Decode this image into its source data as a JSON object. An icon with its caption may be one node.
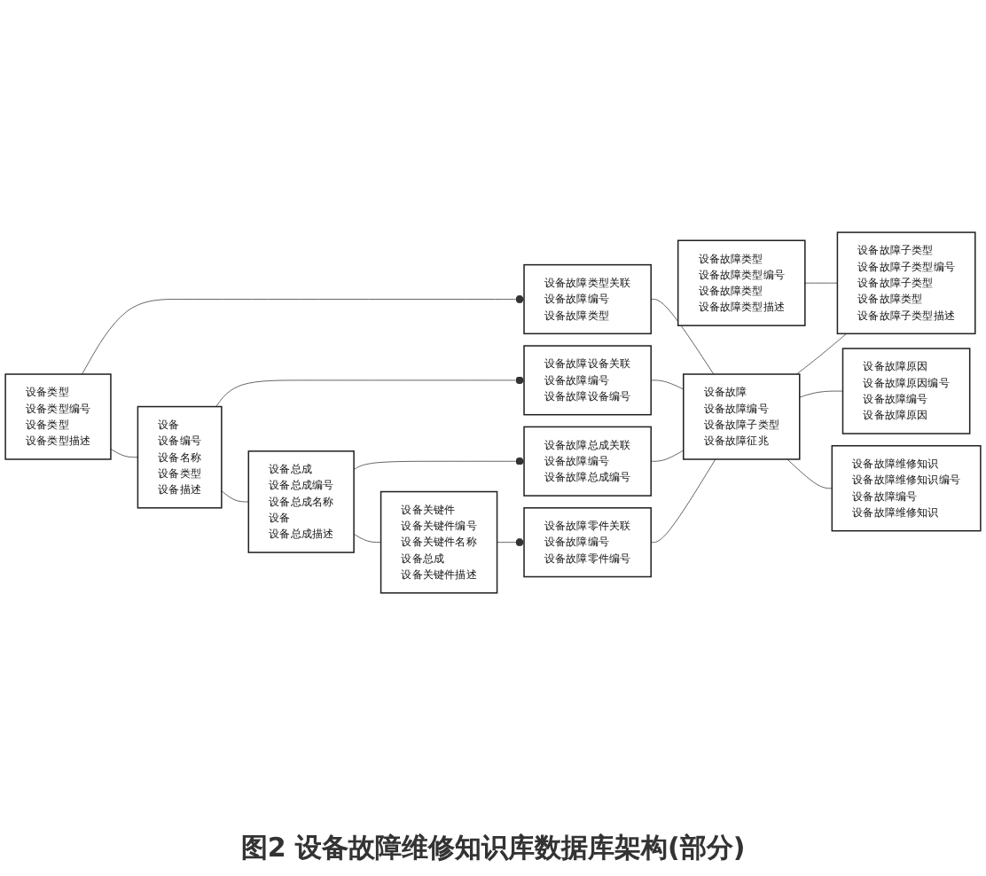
{
  "diagram": {
    "caption": "图2 设备故障维修知识库数据库架构(部分)",
    "nodes": [
      {
        "text": [
          "设备类型",
          "设备类型编号",
          "设备类型",
          "设备类型描述"
        ]
      },
      {
        "text": [
          "设备故障类型关联",
          "设备故障编号",
          "设备故障类型"
        ]
      },
      {
        "text": [
          "设备",
          "设备编号",
          "设备名称",
          "设备类型",
          "设备描述"
        ]
      },
      {
        "text": [
          "设备故障设备关联",
          "设备故障编号",
          "设备故障设备编号"
        ]
      },
      {
        "text": [
          "设备总成",
          "设备总成编号",
          "设备总成名称",
          "设备",
          "设备总成描述"
        ]
      },
      {
        "text": [
          "设备故障总成关联",
          "设备故障编号",
          "设备故障总成编号"
        ]
      },
      {
        "text": [
          "设备关键件",
          "设备关键件编号",
          "设备关键件名称",
          "设备总成",
          "设备关键件描述"
        ]
      },
      {
        "text": [
          "设备故障零件关联",
          "设备故障编号",
          "设备故障零件编号"
        ]
      },
      {
        "text": [
          "设备故障",
          "设备故障编号",
          "设备故障子类型",
          "设备故障征兆"
        ]
      },
      {
        "text": [
          "设备故障类型",
          "设备故障类型编号",
          "设备故障类型",
          "设备故障类型描述"
        ]
      },
      {
        "text": [
          "设备故障子类型",
          "设备故障子类型编号",
          "设备故障子类型",
          "设备故障类型",
          "设备故障子类型描述"
        ]
      },
      {
        "text": [
          "设备故障原因",
          "设备故障原因编号",
          "设备故障编号",
          "设备故障原因"
        ]
      },
      {
        "text": [
          "设备故障维修知识",
          "设备故障维修知识编号",
          "设备故障编号",
          "设备故障维修知识"
        ]
      }
    ],
    "edges": [
      {
        "from": 0,
        "to": 1,
        "arrow": "other"
      },
      {
        "from": 0,
        "to": 2,
        "arrow": "none"
      },
      {
        "from": 2,
        "to": 3,
        "arrow": "other"
      },
      {
        "from": 2,
        "to": 4,
        "arrow": "none"
      },
      {
        "from": 4,
        "to": 5,
        "arrow": "other"
      },
      {
        "from": 4,
        "to": 6,
        "arrow": "none"
      },
      {
        "from": 6,
        "to": 7,
        "arrow": "other"
      },
      {
        "from": 1,
        "to": 8,
        "arrow": "none"
      },
      {
        "from": 3,
        "to": 8,
        "arrow": "none"
      },
      {
        "from": 5,
        "to": 8,
        "arrow": "none"
      },
      {
        "from": 7,
        "to": 8,
        "arrow": "none"
      },
      {
        "from": 9,
        "to": 10,
        "arrow": "none"
      },
      {
        "from": 8,
        "to": 10,
        "arrow": "none"
      },
      {
        "from": 8,
        "to": 11,
        "arrow": "none"
      },
      {
        "from": 8,
        "to": 12,
        "arrow": "none"
      }
    ]
  }
}
